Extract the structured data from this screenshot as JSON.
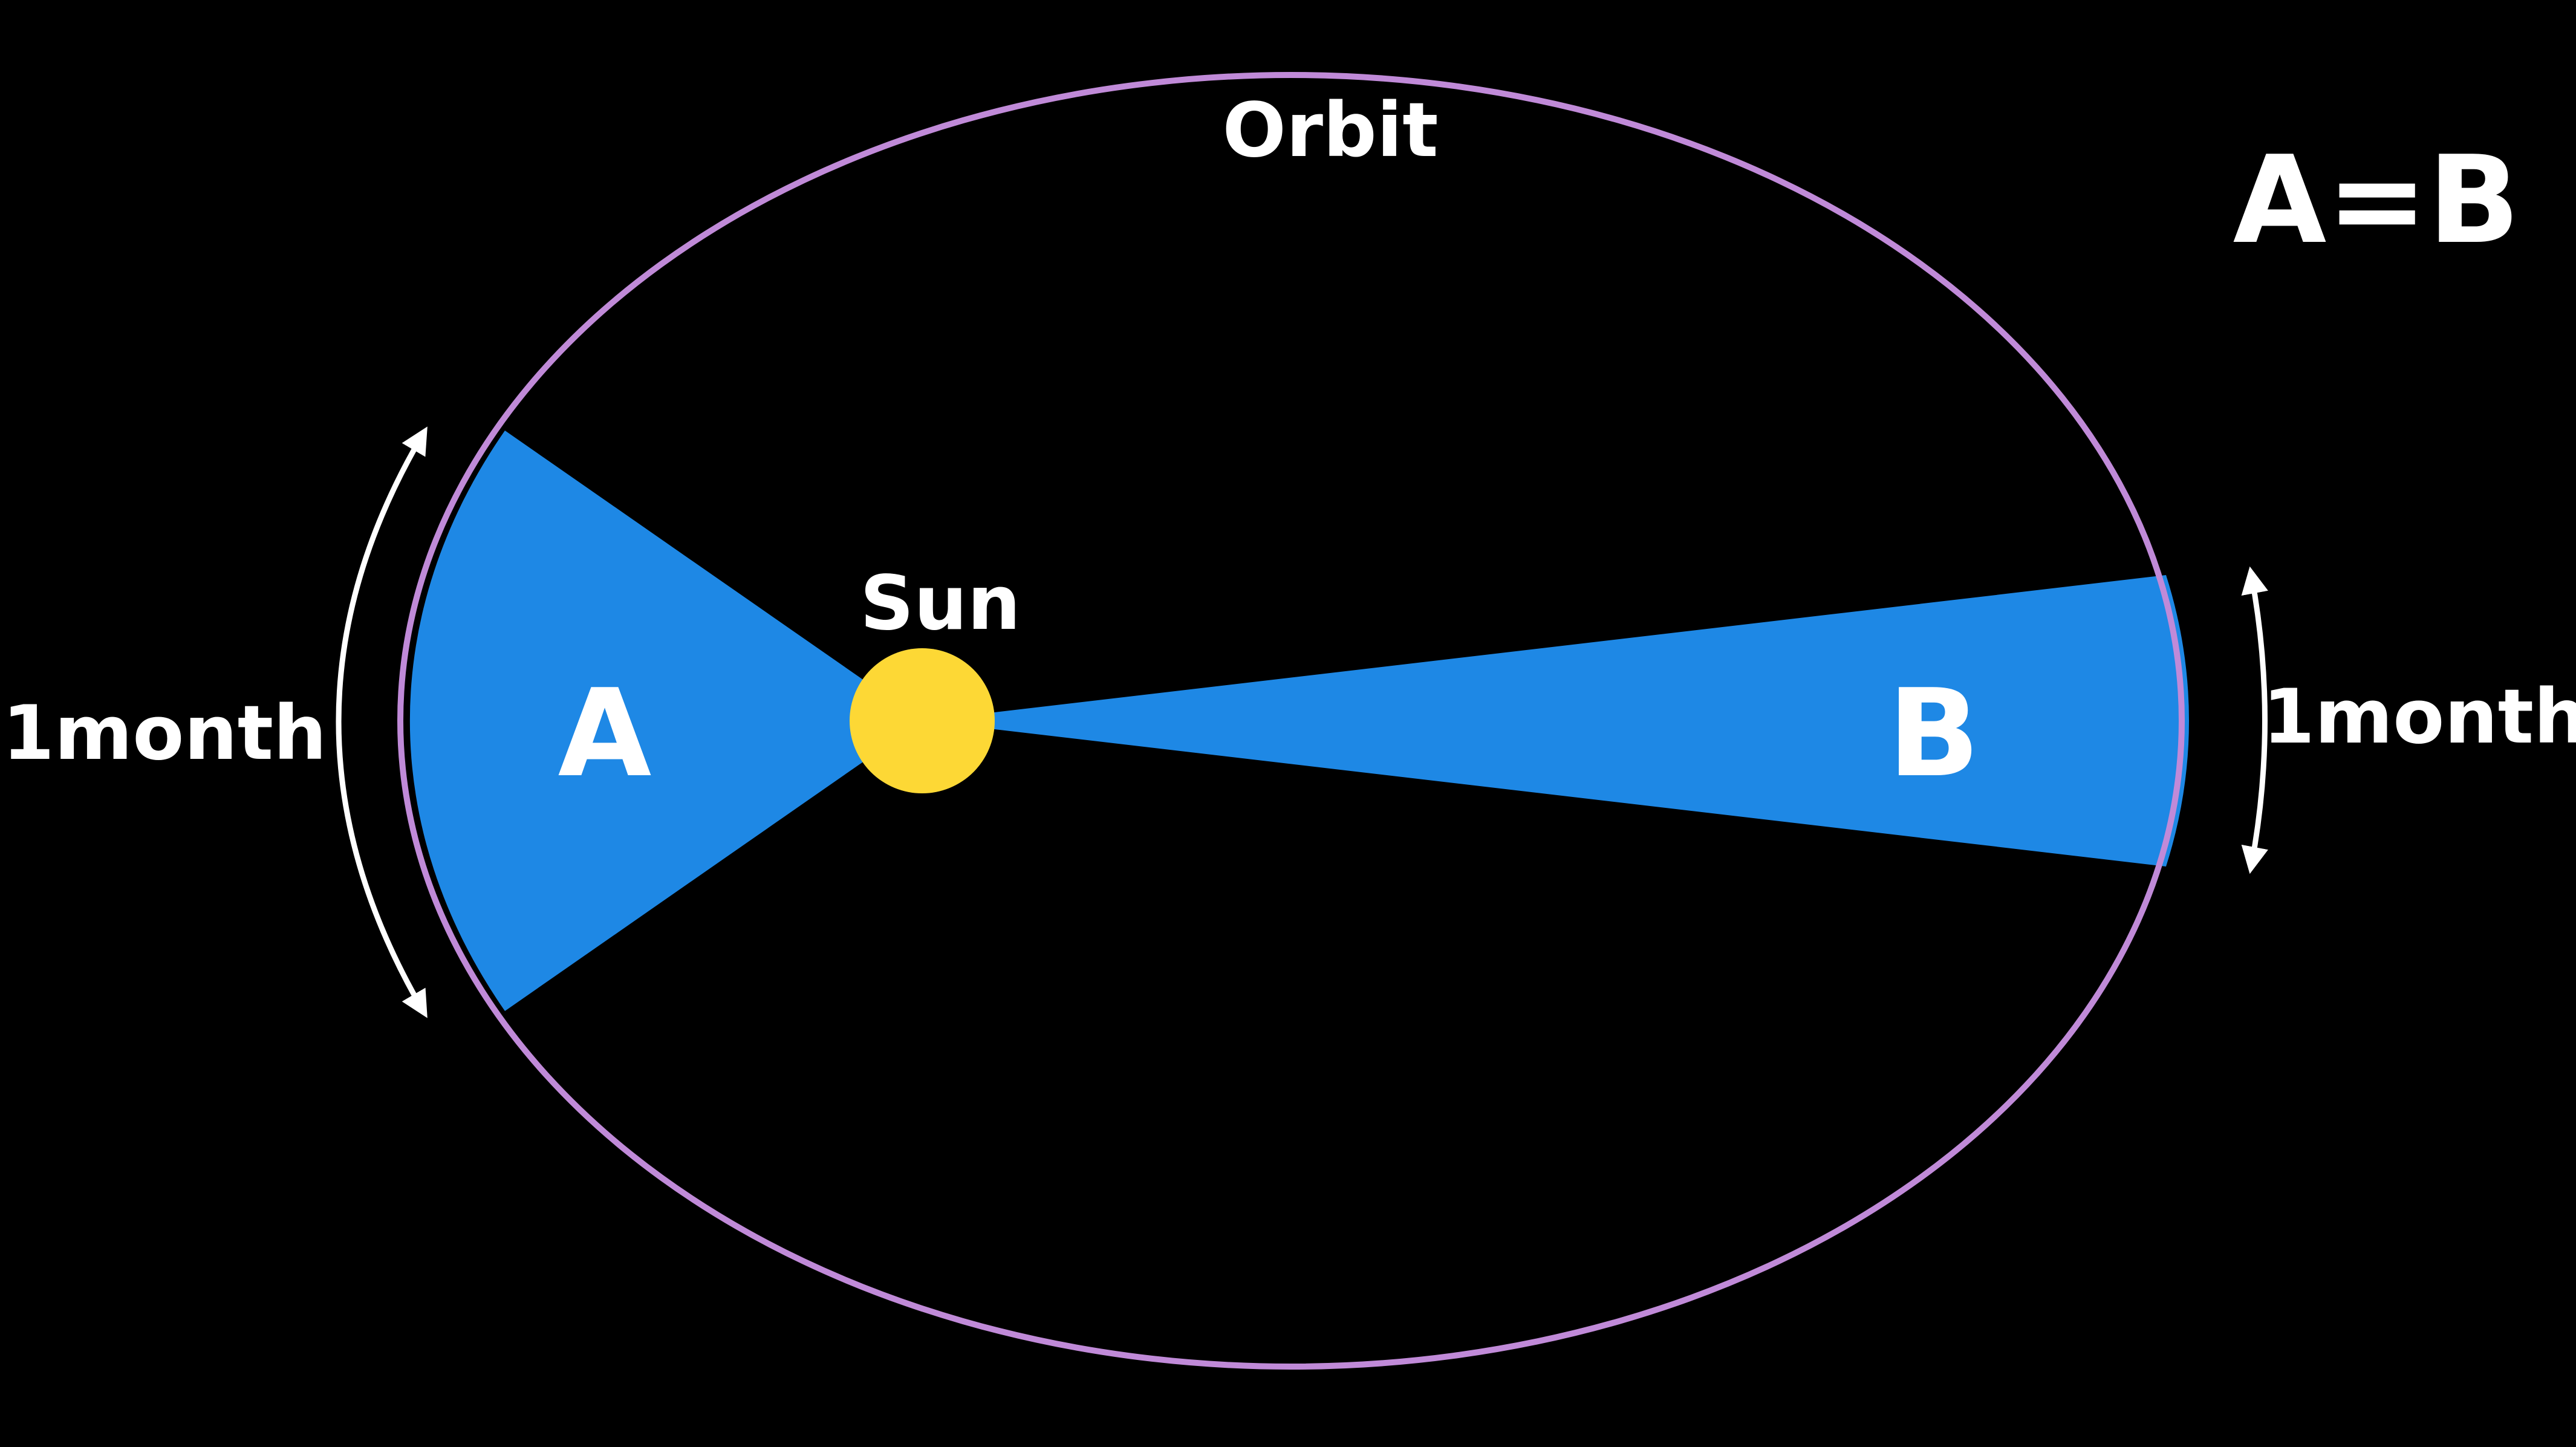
{
  "labels": {
    "orbit": "Orbit",
    "equation": "A=B",
    "sun": "Sun",
    "sector_a": "A",
    "sector_b": "B",
    "duration_left": "1month",
    "duration_right": "1month"
  },
  "colors": {
    "background": "#000000",
    "orbit": "#c08ad8",
    "sector": "#1e88e5",
    "sun": "#fdd835",
    "text": "#ffffff",
    "arrow": "#ffffff"
  }
}
